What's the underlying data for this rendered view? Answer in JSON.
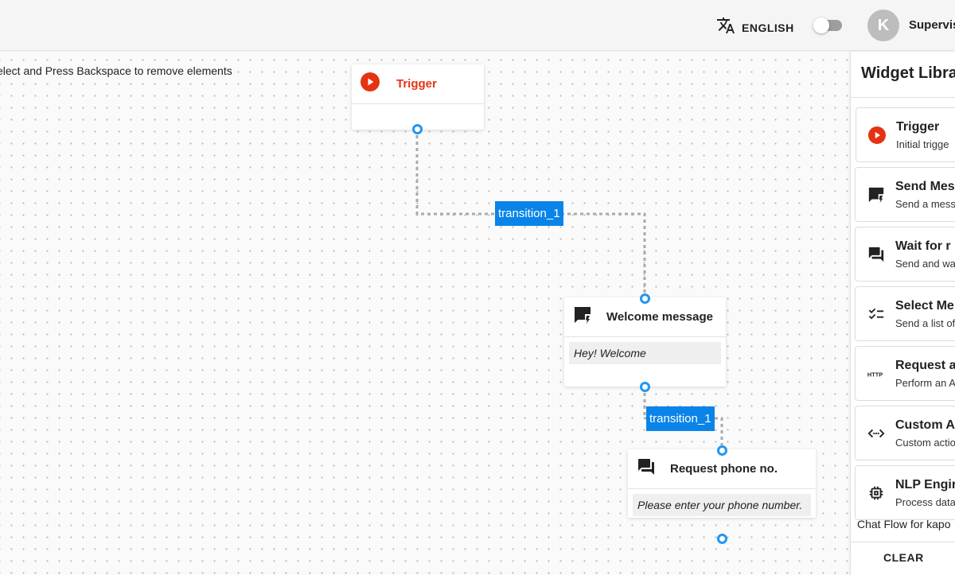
{
  "header": {
    "language_icon": "translate-icon",
    "language_label": "ENGLISH",
    "theme_toggle_on": false,
    "avatar_initial": "K",
    "user_name": "Supervis"
  },
  "canvas": {
    "hint": "elect and Press Backspace to remove elements",
    "nodes": {
      "trigger": {
        "title": "Trigger",
        "icon": "play-circle-icon"
      },
      "welcome": {
        "title": "Welcome message",
        "icon": "message-flash-icon",
        "message": "Hey! Welcome"
      },
      "phone": {
        "title": "Request phone no.",
        "icon": "chat-icon",
        "message": "Please enter your phone number."
      }
    },
    "transitions": [
      "transition_1",
      "transition_1"
    ]
  },
  "sidebar": {
    "title": "Widget Libra",
    "widgets": [
      {
        "name": "Trigger",
        "desc": "Initial trigge",
        "icon": "play-circle-icon"
      },
      {
        "name": "Send Mes",
        "desc": "Send a mess",
        "icon": "message-flash-icon"
      },
      {
        "name": "Wait for r",
        "desc": "Send and wa",
        "icon": "chat-icon"
      },
      {
        "name": "Select Me",
        "desc": "Send a list of",
        "icon": "checklist-icon"
      },
      {
        "name": "Request a",
        "desc": "Perform an A",
        "icon": "http-icon"
      },
      {
        "name": "Custom A",
        "desc": "Custom actio",
        "icon": "code-icon"
      },
      {
        "name": "NLP Engir",
        "desc": "Process data",
        "icon": "chip-icon"
      }
    ],
    "footer_text": "Chat Flow for kapo",
    "clear_label": "CLEAR"
  },
  "colors": {
    "accent": "#2196f3",
    "transition_bg": "#0a84e8",
    "trigger_red": "#e53212"
  }
}
